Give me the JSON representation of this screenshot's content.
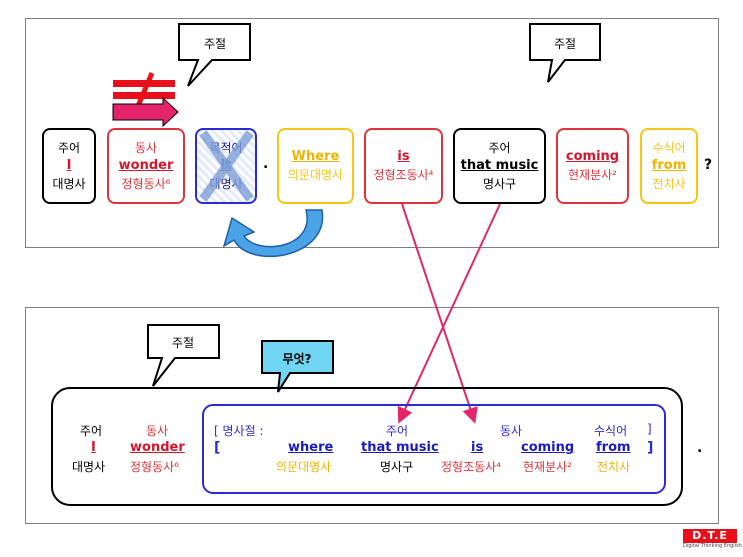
{
  "callouts": {
    "clause": "주절",
    "what": "무엇?"
  },
  "top": {
    "question_mark": "?",
    "period": ".",
    "boxes": [
      {
        "role": "주어",
        "word": "I",
        "pos": "대명사"
      },
      {
        "role": "동사",
        "word": "wonder",
        "pos": "정형동사⁶"
      },
      {
        "role": "목적어",
        "word": "it",
        "pos": "대명사"
      },
      {
        "role": "",
        "word": "Where",
        "pos": "의문대명사"
      },
      {
        "role": "",
        "word": "is",
        "pos": "정형조동사⁴"
      },
      {
        "role": "주어",
        "word": "that music",
        "pos": "명사구"
      },
      {
        "role": "",
        "word": "coming",
        "pos": "현재분사²"
      },
      {
        "role": "수식어",
        "word": "from",
        "pos": "전치사"
      }
    ]
  },
  "bottom": {
    "period": ".",
    "clause_open": "[ 명사절 :",
    "clause_close": "]",
    "bracket_open": "[",
    "bracket_close": "]",
    "cols": [
      {
        "role": "주어",
        "word": "I",
        "pos": "대명사"
      },
      {
        "role": "동사",
        "word": "wonder",
        "pos": "정형동사⁶"
      },
      {
        "role": "",
        "word": "where",
        "pos": "의문대명사"
      },
      {
        "role": "주어",
        "word": "that music",
        "pos": "명사구"
      },
      {
        "role": "동사",
        "word": "is",
        "pos": "정형조동사⁴"
      },
      {
        "role": "",
        "word": "coming",
        "pos": "현재분사²"
      },
      {
        "role": "수식어",
        "word": "from",
        "pos": "전치사"
      }
    ]
  },
  "logo": {
    "text": "D.T.E",
    "sub": "Digital Thinking English"
  }
}
